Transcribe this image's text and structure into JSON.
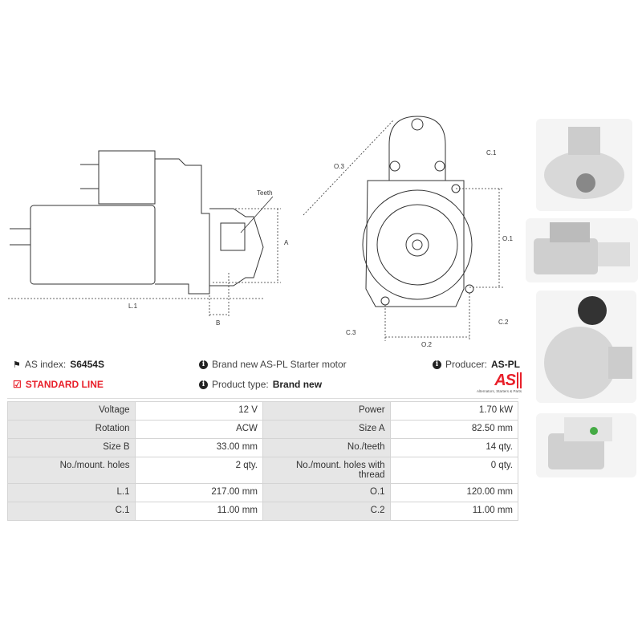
{
  "drawing_labels": {
    "teeth": "Teeth",
    "a": "A",
    "b": "B",
    "l1": "L.1",
    "o3": "O.3",
    "c1": "C.1",
    "o1": "O.1",
    "c3": "C.3",
    "o2": "O.2",
    "c2": "C.2"
  },
  "info": {
    "as_index_label": "AS index:",
    "as_index_value": "S6454S",
    "standard_line": "STANDARD LINE",
    "description": "Brand new AS-PL Starter motor",
    "product_type_label": "Product type:",
    "product_type_value": "Brand new",
    "producer_label": "Producer:",
    "producer_value": "AS-PL",
    "logo_text": "AS",
    "logo_tagline": "Alternators, Starters & Parts"
  },
  "colors": {
    "accent": "#e8202a"
  },
  "specs": [
    [
      {
        "k": "Voltage",
        "v": "12 V"
      },
      {
        "k": "Power",
        "v": "1.70 kW"
      }
    ],
    [
      {
        "k": "Rotation",
        "v": "ACW"
      },
      {
        "k": "Size A",
        "v": "82.50 mm"
      }
    ],
    [
      {
        "k": "Size B",
        "v": "33.00 mm"
      },
      {
        "k": "No./teeth",
        "v": "14 qty."
      }
    ],
    [
      {
        "k": "No./mount. holes",
        "v": "2 qty."
      },
      {
        "k": "No./mount. holes with thread",
        "v": "0 qty."
      }
    ],
    [
      {
        "k": "L.1",
        "v": "217.00 mm"
      },
      {
        "k": "O.1",
        "v": "120.00 mm"
      }
    ],
    [
      {
        "k": "C.1",
        "v": "11.00 mm"
      },
      {
        "k": "C.2",
        "v": "11.00 mm"
      }
    ]
  ]
}
